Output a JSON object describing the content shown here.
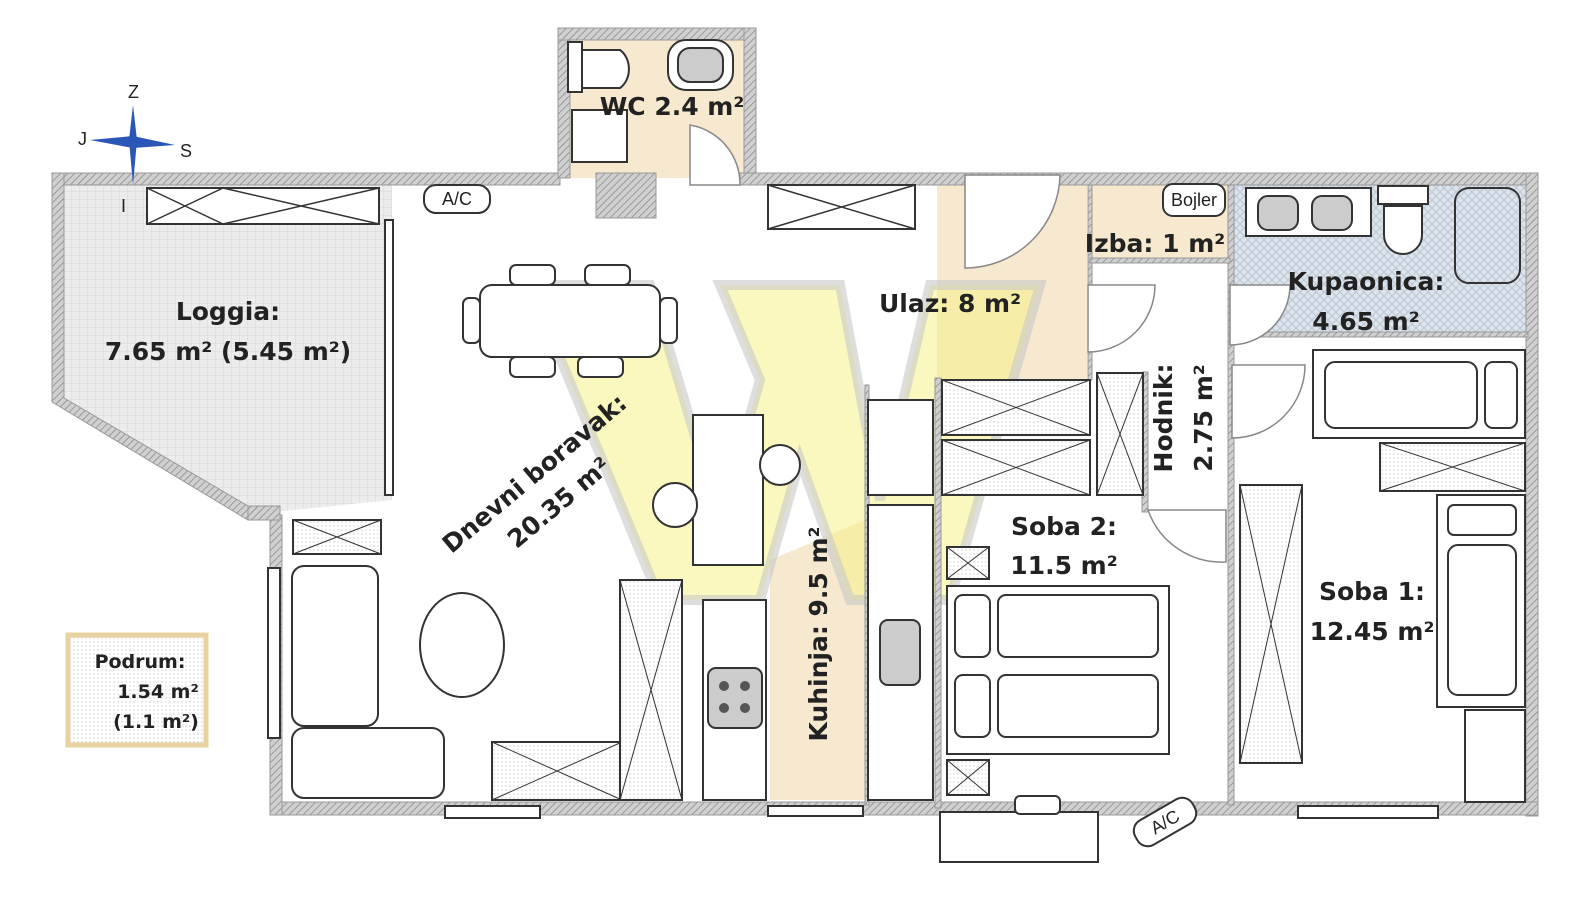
{
  "compass": {
    "north": "Z",
    "west": "J",
    "east": "S",
    "south": "I"
  },
  "labels": {
    "ac_1": "A/C",
    "ac_2": "A/C",
    "bojler": "Bojler"
  },
  "rooms": {
    "wc": "WC 2.4 m²",
    "loggia_name": "Loggia:",
    "loggia_area": "7.65 m² (5.45 m²)",
    "dnevni_name": "Dnevni boravak:",
    "dnevni_area": "20.35 m²",
    "ulaz": "Ulaz: 8 m²",
    "izba": "Izba: 1 m²",
    "kupaonica_name": "Kupaonica:",
    "kupaonica_area": "4.65 m²",
    "hodnik_name": "Hodnik:",
    "hodnik_area": "2.75 m²",
    "soba2_name": "Soba 2:",
    "soba2_area": "11.5 m²",
    "soba1_name": "Soba 1:",
    "soba1_area": "12.45 m²",
    "kuhinja": "Kuhinja: 9.5 m²",
    "podrum_name": "Podrum:",
    "podrum_area": "1.54 m²",
    "podrum_net": "(1.1 m²)"
  },
  "colors": {
    "beige": "#f6e9cf",
    "blue": "#dbe3ec",
    "wall": "#b8b8b8",
    "watermark": "#f5f08a"
  }
}
